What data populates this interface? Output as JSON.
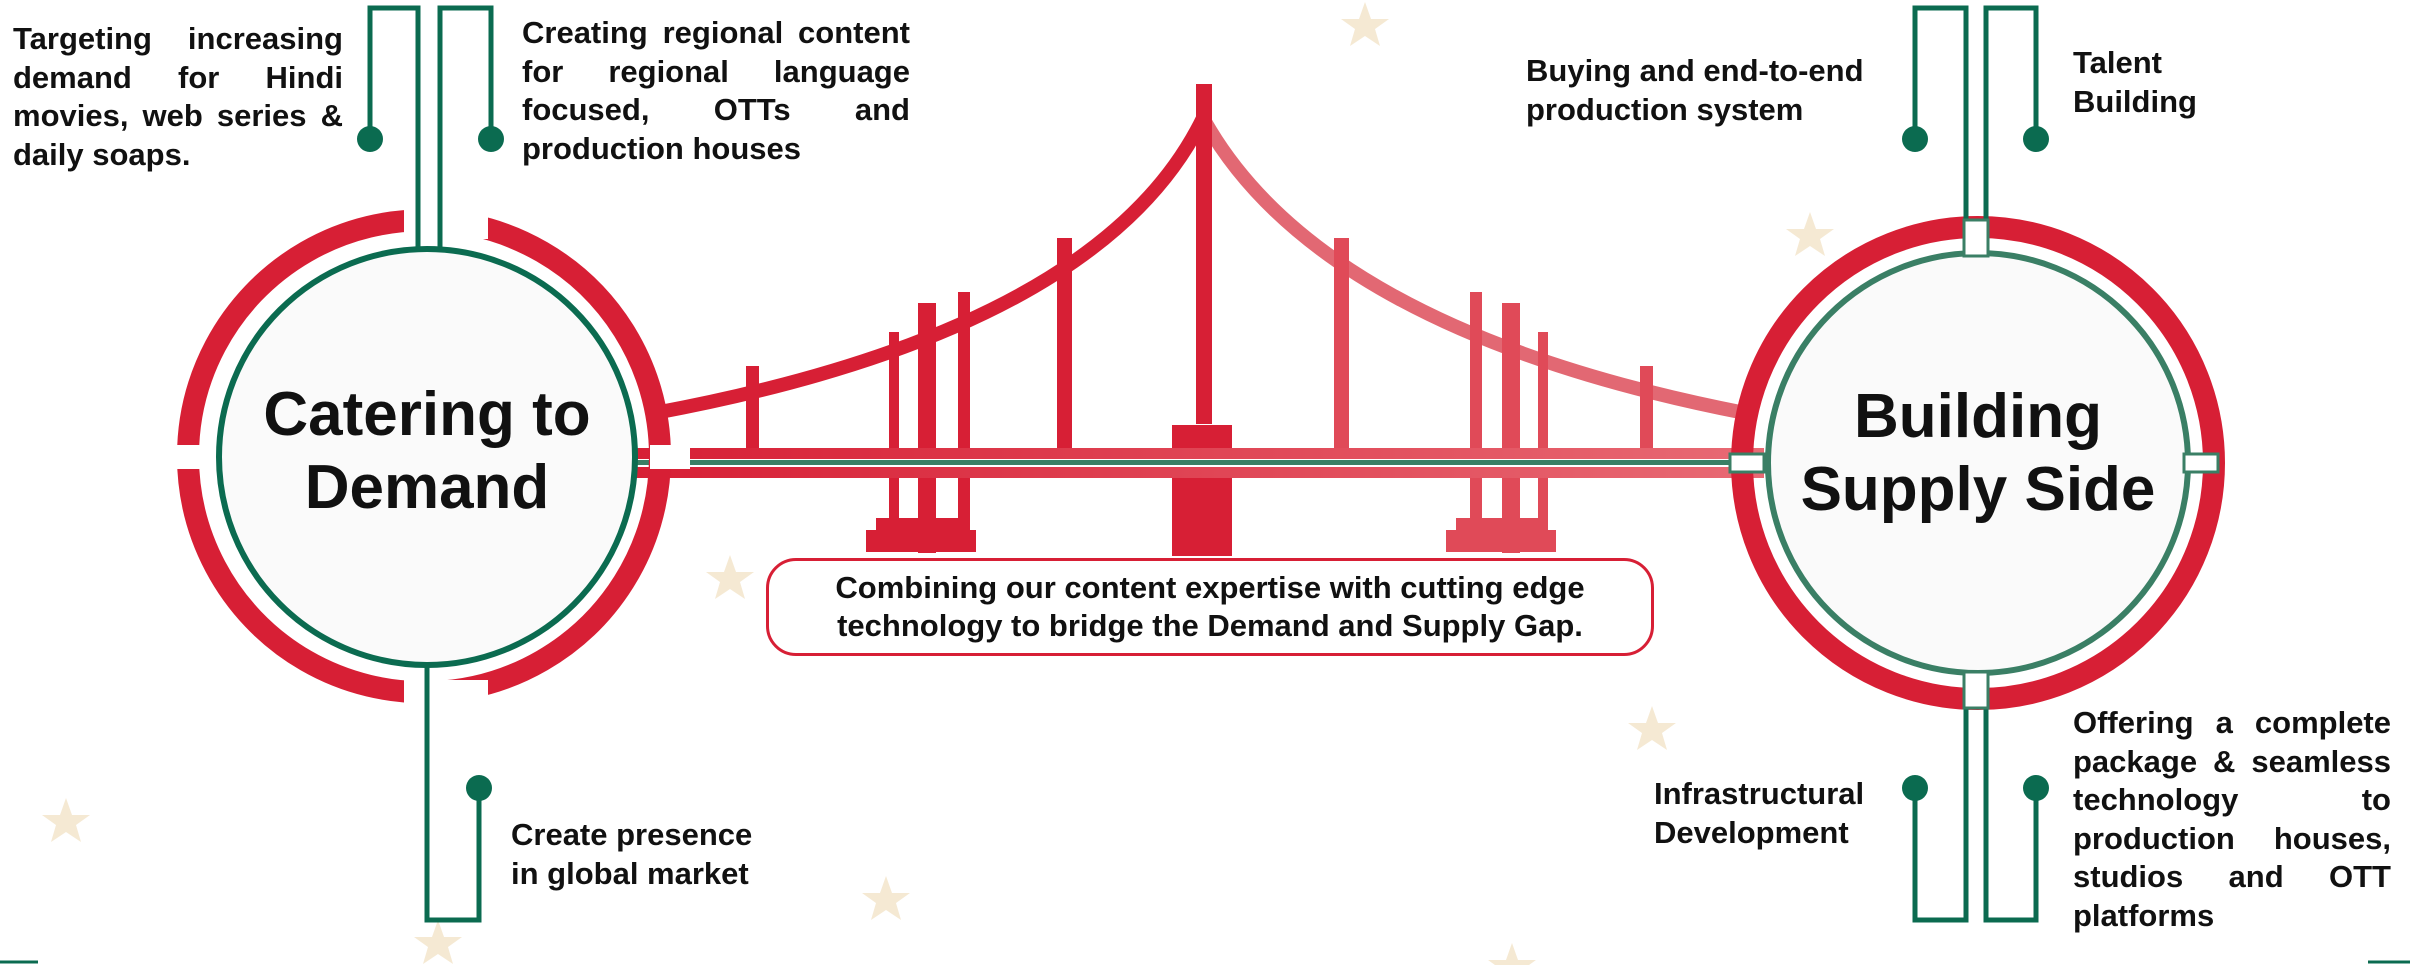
{
  "colors": {
    "red": "#d71f35",
    "red_light": "#e85866",
    "green": "#0b6b50",
    "green_soft": "#3a7f65",
    "star": "#f5e9d3",
    "text": "#111111"
  },
  "left_hub": {
    "title_lines": [
      "Catering to",
      "Demand"
    ],
    "top_left_text": [
      "Targeting increasing",
      "demand for Hindi",
      "movies, web series &",
      "daily soaps."
    ],
    "top_right_text": [
      "Creating regional content",
      "for regional language",
      "focused, OTTs and",
      "production houses"
    ],
    "bottom_text": [
      "Create presence",
      "in global market"
    ]
  },
  "right_hub": {
    "title_lines": [
      "Building",
      "Supply Side"
    ],
    "top_left_text": [
      "Buying and end-to-end",
      "production system"
    ],
    "top_right_text": [
      "Talent",
      "Building"
    ],
    "bottom_left_text": [
      "Infrastructural",
      "Development"
    ],
    "bottom_right_text": [
      "Offering a complete",
      "package & seamless",
      "technology to",
      "production houses,",
      "studios and OTT",
      "platforms"
    ]
  },
  "tagline": [
    "Combining our content expertise with cutting edge",
    "technology to bridge the Demand and Supply Gap."
  ]
}
